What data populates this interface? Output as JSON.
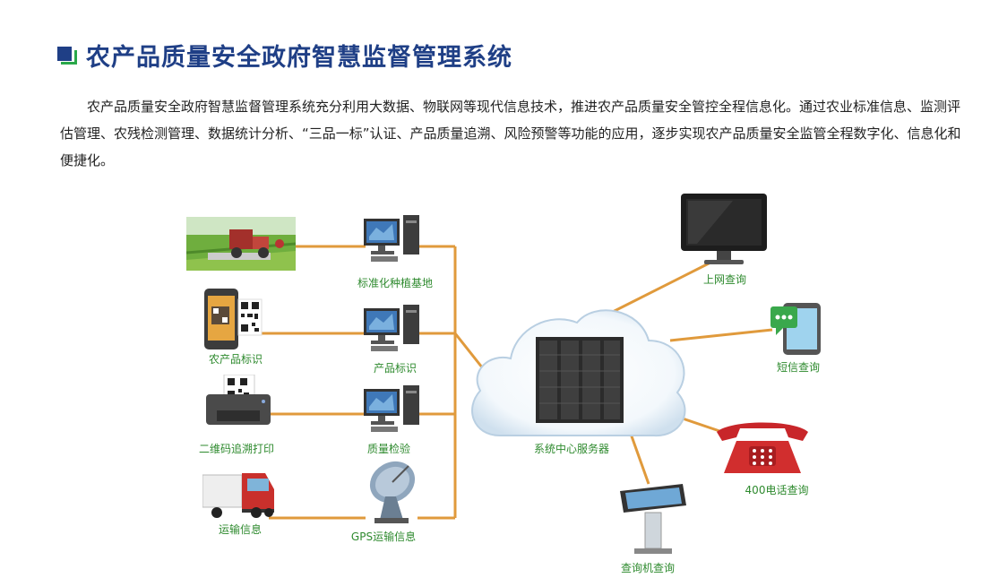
{
  "title": "农产品质量安全政府智慧监督管理系统",
  "intro": "农产品质量安全政府智慧监督管理系统充分利用大数据、物联网等现代信息技术，推进农产品质量安全管控全程信息化。通过农业标准信息、监测评估管理、农残检测管理、数据统计分析、“三品一标”认证、产品质量追溯、风险预警等功能的应用，逐步实现农产品质量安全监管全程数字化、信息化和便捷化。",
  "colors": {
    "title": "#1f3f86",
    "accent_green": "#2aa84a",
    "line_orange": "#e09a3c",
    "label_green": "#2e8a2e"
  },
  "left_nodes": [
    {
      "label": "",
      "icon": "farm-harvester-image"
    },
    {
      "label": "农产品标识",
      "icon": "smartphone-qr-icon"
    },
    {
      "label": "二维码追溯打印",
      "icon": "printer-icon"
    },
    {
      "label": "运输信息",
      "icon": "truck-icon"
    }
  ],
  "middle_nodes": [
    {
      "label": "标准化种植基地",
      "icon": "desktop-computer-icon"
    },
    {
      "label": "产品标识",
      "icon": "desktop-computer-icon"
    },
    {
      "label": "质量检验",
      "icon": "desktop-computer-icon"
    },
    {
      "label": "GPS运输信息",
      "icon": "satellite-dish-icon"
    }
  ],
  "center": {
    "label": "系统中心服务器",
    "icon": "cloud-server-icon"
  },
  "right_nodes": [
    {
      "label": "上网查询",
      "icon": "monitor-icon"
    },
    {
      "label": "短信查询",
      "icon": "tablet-message-icon"
    },
    {
      "label": "400电话查询",
      "icon": "telephone-icon"
    },
    {
      "label": "查询机查询",
      "icon": "kiosk-icon"
    }
  ]
}
